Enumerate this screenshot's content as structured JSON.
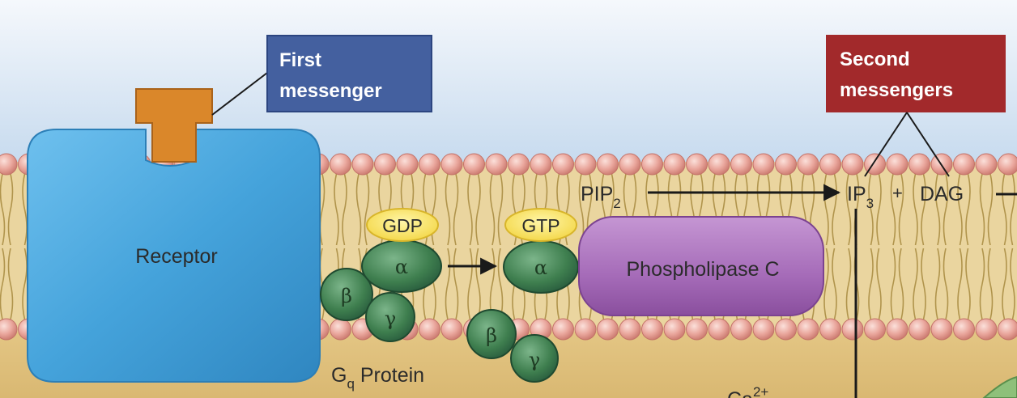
{
  "labels": {
    "first_messenger_line1": "First",
    "first_messenger_line2": "messenger",
    "second_messengers_line1": "Second",
    "second_messengers_line2": "messengers",
    "receptor": "Receptor",
    "gdp": "GDP",
    "gtp": "GTP",
    "alpha": "α",
    "beta": "β",
    "gamma": "γ",
    "phospholipase": "Phospholipase C",
    "pip": "PIP",
    "pip_sub": "2",
    "ip": "IP",
    "ip_sub": "3",
    "plus": "+",
    "dag": "DAG",
    "gprotein_g": "G",
    "gprotein_sub": "q",
    "gprotein_rest": " Protein",
    "ca": "Ca",
    "ca_sup": "2+"
  },
  "colors": {
    "sky_top": "#f4f7fb",
    "sky_bottom": "#c9dcef",
    "cytoplasm": "#dfc07e",
    "membrane_core": "#e9d197",
    "lipid_head": "#e9a49a",
    "lipid_tail": "#b59a52",
    "receptor": "#4aa6dc",
    "ligand": "#dc8a2c",
    "first_messenger_box": "#4360a4",
    "second_messengers_box": "#a32a2c",
    "g_protein": "#3d7c4c",
    "nucleotide": "#f6dc47",
    "phospholipase": "#a86bbb"
  }
}
